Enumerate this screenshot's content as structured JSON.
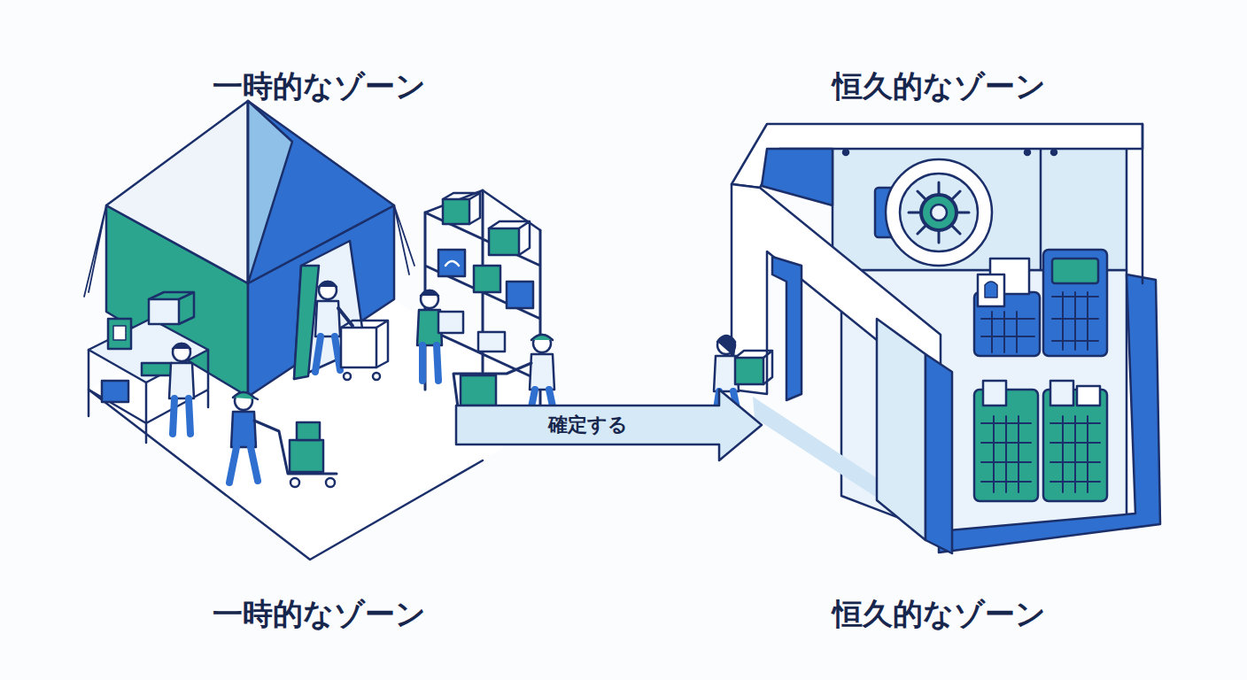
{
  "diagram": {
    "nodes": [
      {
        "text": [
          "一時的なゾーン",
          "一時的なゾーン"
        ]
      },
      {
        "text": [
          "恒久的なゾーン",
          "恒久的なゾーン"
        ]
      }
    ],
    "edges": [
      {
        "from": 0,
        "to": 1,
        "arrow": "to",
        "label": "確定する"
      }
    ]
  }
}
